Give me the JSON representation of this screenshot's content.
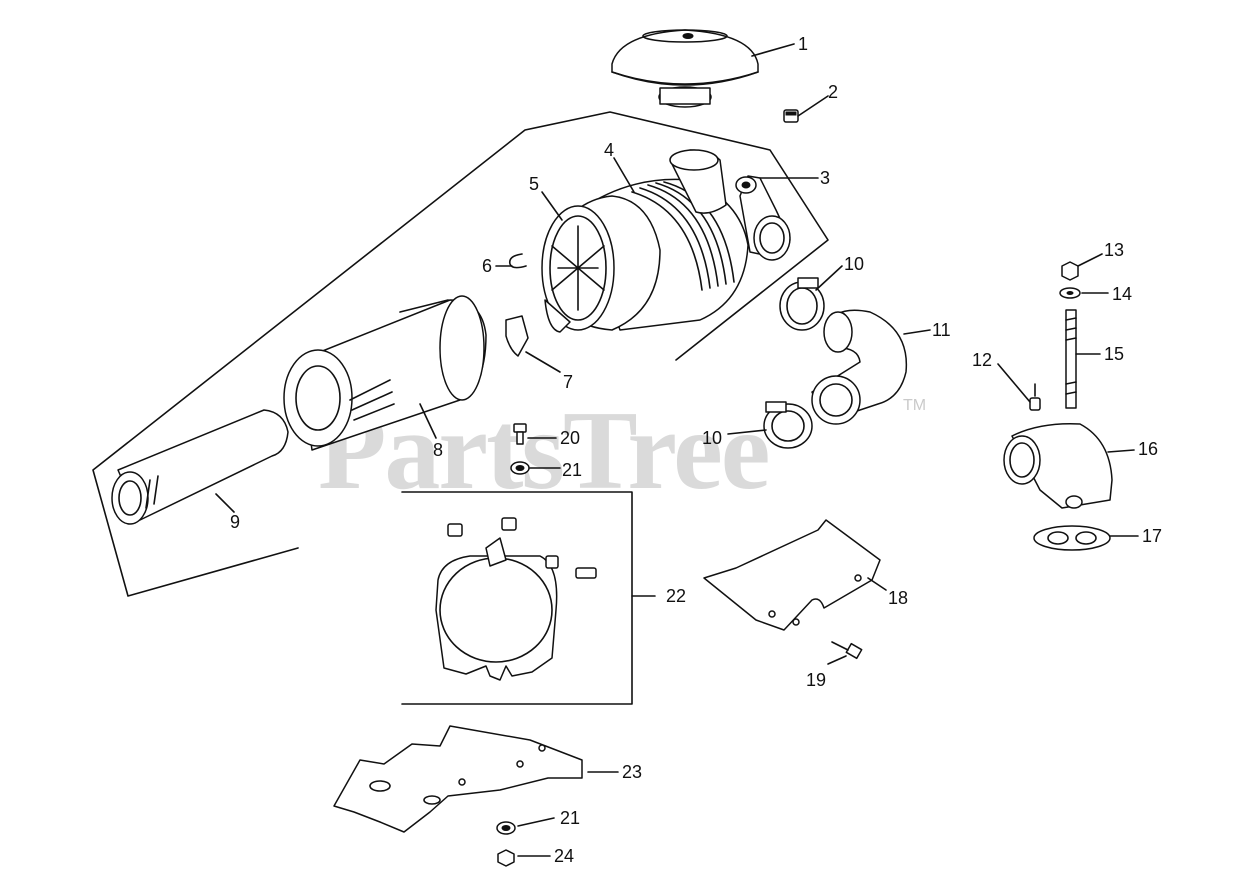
{
  "watermark": {
    "text": "PartsTree",
    "mark": "TM"
  },
  "callouts": [
    "1",
    "2",
    "3",
    "4",
    "5",
    "6",
    "7",
    "8",
    "9",
    "10",
    "10",
    "11",
    "12",
    "13",
    "14",
    "15",
    "16",
    "17",
    "18",
    "19",
    "20",
    "21",
    "21",
    "22",
    "23",
    "24"
  ]
}
